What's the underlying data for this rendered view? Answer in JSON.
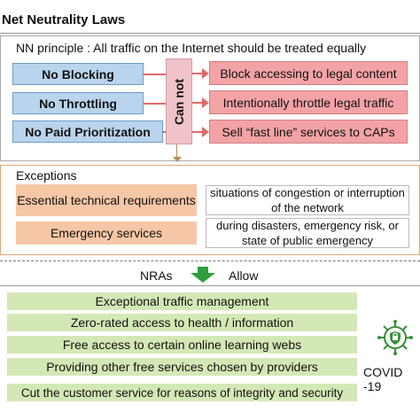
{
  "title": "Net Neutrality Laws",
  "principle": "NN principle : All traffic on the Internet should be treated equally",
  "rules": [
    "No Blocking",
    "No Throttling",
    "No Paid Prioritization"
  ],
  "can_not": "Can not",
  "effects": [
    "Block accessing to legal content",
    "Intentionally throttle legal traffic",
    "Sell “fast line” services to CAPs"
  ],
  "exceptions": {
    "title": "Exceptions",
    "items": [
      {
        "name": "Essential technical requirements",
        "desc": "situations of congestion or interruption of the network"
      },
      {
        "name": "Emergency services",
        "desc": "during disasters, emergency risk, or state of public emergency"
      }
    ]
  },
  "nras": "NRAs",
  "allow": "Allow",
  "allowed": [
    "Exceptional traffic management",
    "Zero-rated access to health / information",
    "Free access to certain online learning webs",
    "Providing other free services chosen by providers",
    "Cut the customer service for reasons of integrity and security"
  ],
  "covid": "COVID -19",
  "colors": {
    "rule": "#b9d4ec",
    "cannot": "#efc3c8",
    "effect": "#f3a3a6",
    "exception": "#f6c7a6",
    "allowed": "#d4e8b6",
    "arrow": "#2e9e3e"
  }
}
